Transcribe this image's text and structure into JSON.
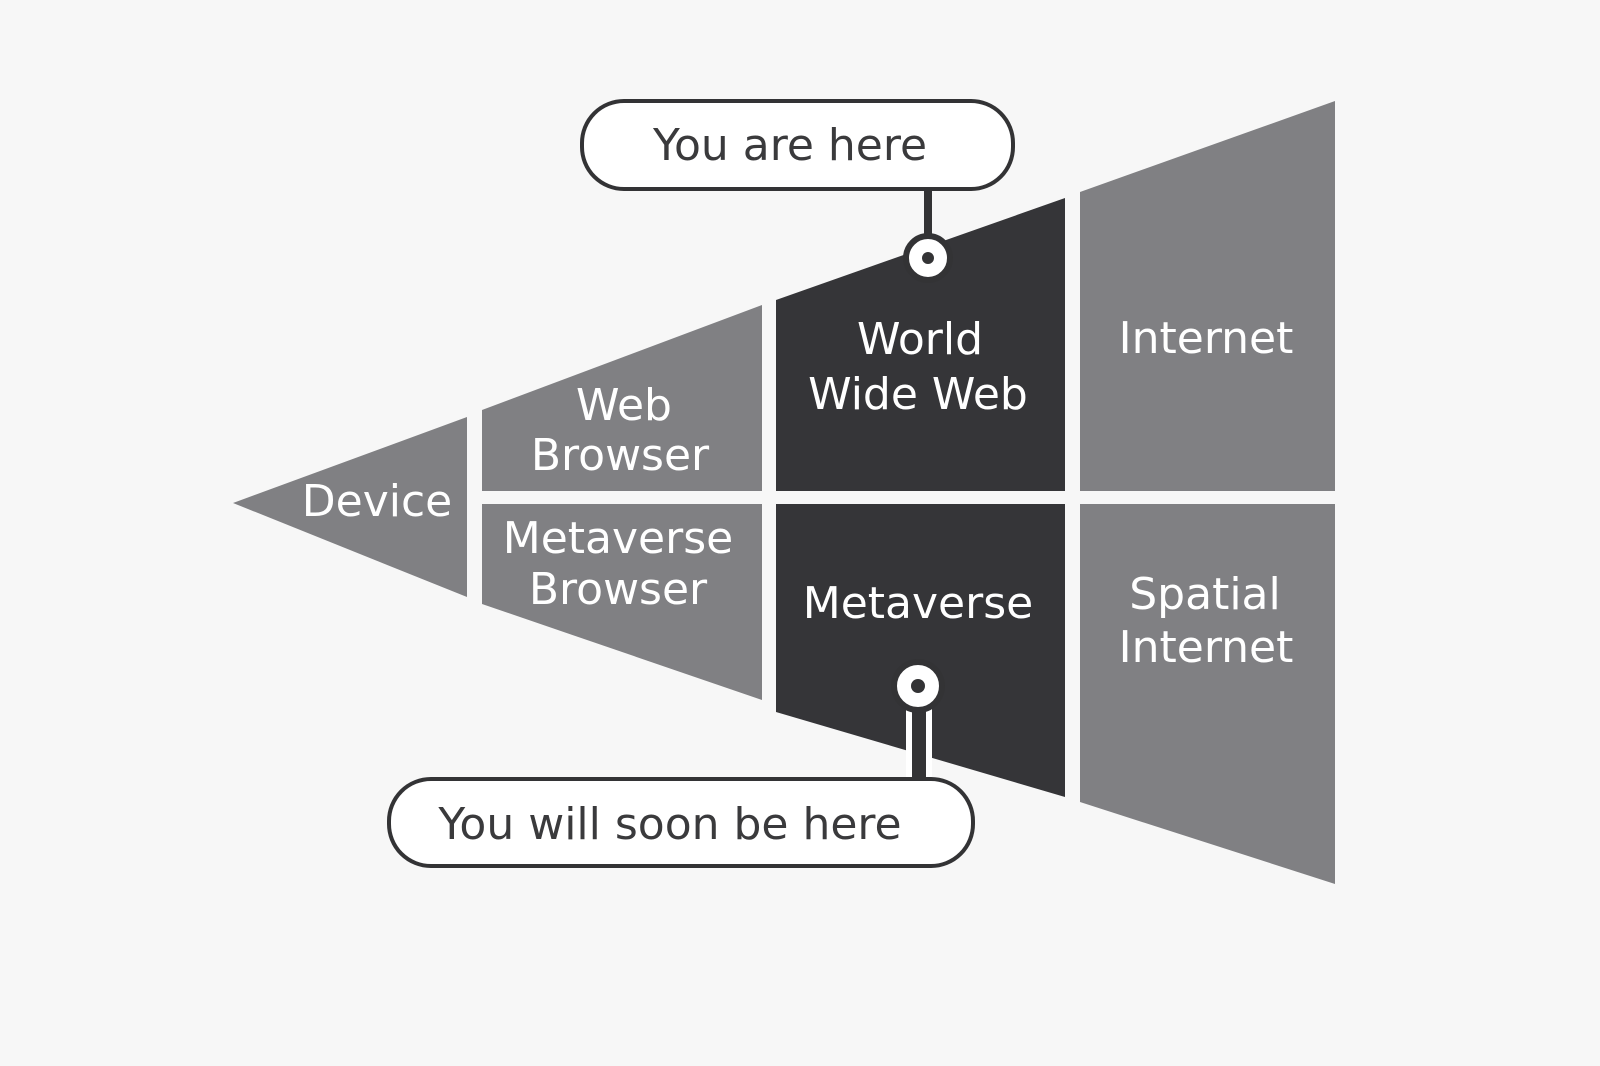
{
  "colors": {
    "background": "#f7f7f7",
    "light_segment": "#808083",
    "dark_segment": "#353538",
    "outline": "#333335"
  },
  "segments": {
    "device": {
      "label_lines": [
        "Device"
      ]
    },
    "web_browser": {
      "label_lines": [
        "Web",
        "Browser"
      ]
    },
    "metaverse_browser": {
      "label_lines": [
        "Metaverse",
        "Browser"
      ]
    },
    "world_wide_web": {
      "label_lines": [
        "World",
        "Wide Web"
      ]
    },
    "metaverse": {
      "label_lines": [
        "Metaverse"
      ]
    },
    "internet": {
      "label_lines": [
        "Internet"
      ]
    },
    "spatial_internet": {
      "label_lines": [
        "Spatial",
        "Internet"
      ]
    }
  },
  "callouts": {
    "current": {
      "label": "You are here"
    },
    "future": {
      "label": "You will soon be here"
    }
  }
}
